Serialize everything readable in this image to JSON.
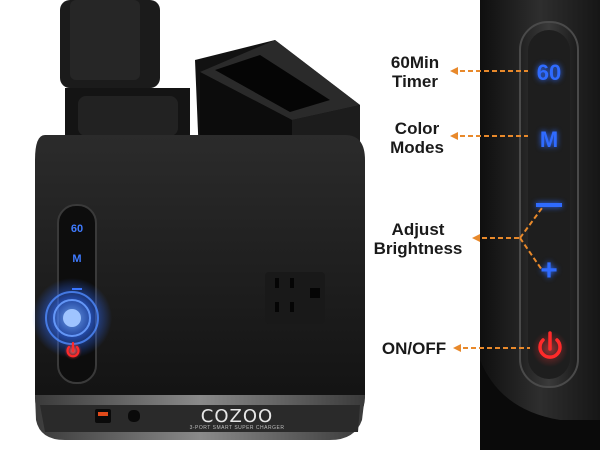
{
  "product": {
    "brand": "COZOO",
    "tagline": "3-PORT SMART SUPER CHARGER",
    "panel_icons": [
      "timer-60-icon",
      "color-mode-icon",
      "minus-icon",
      "plus-icon",
      "power-icon"
    ],
    "panel_labels": {
      "timer": "60",
      "mode": "M",
      "minus": "−",
      "plus": "+"
    }
  },
  "callouts": {
    "timer_line1": "60Min",
    "timer_line2": "Timer",
    "color_line1": "Color",
    "color_line2": "Modes",
    "brightness_line1": "Adjust",
    "brightness_line2": "Brightness",
    "power": "ON/OFF"
  },
  "colors": {
    "callout_line": "#e8892b",
    "touch_blue": "#2f6bff",
    "power_red": "#ff2a2a",
    "panel_black": "#151515"
  }
}
